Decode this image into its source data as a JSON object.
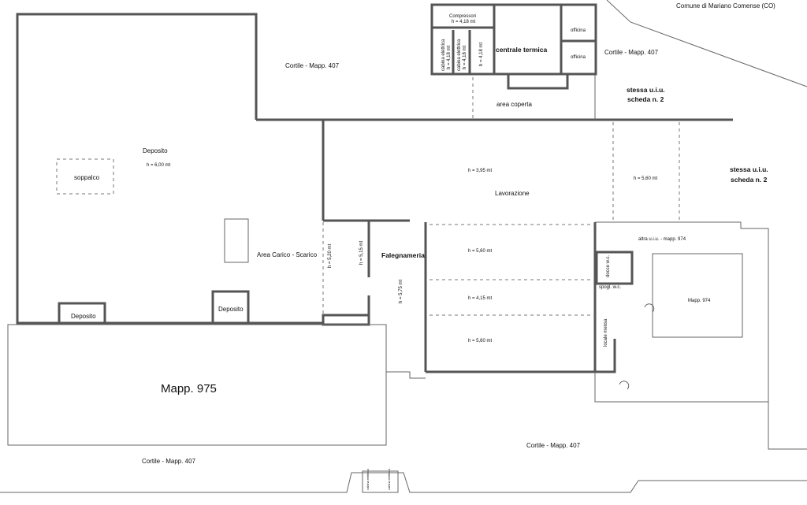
{
  "labels": {
    "comune": "Comune di Mariano Comense (CO)",
    "cortile_top_left": "Cortile - Mapp. 407",
    "cortile_top_right": "Cortile - Mapp. 407",
    "cortile_bottom_left": "Cortile - Mapp. 407",
    "cortile_bottom_right": "Cortile - Mapp. 407",
    "compressori": "Compressori",
    "compressori_h": "h = 4,18 mt",
    "cabina1": "cabina elettrica",
    "cabina1_h": "h = 4,18 mt",
    "cabina2": "cabina elettrica",
    "cabina2_h": "h = 4,18 mt",
    "room_h": "h = 4,18 mt",
    "centrale_termica": "centrale termica",
    "officina1": "officina",
    "officina2": "officina",
    "area_coperta": "area coperta",
    "stessa_uiu_1": "stessa u.i.u.",
    "scheda_1": "scheda n. 2",
    "stessa_uiu_2": "stessa u.i.u.",
    "scheda_2": "scheda n. 2",
    "deposito_main": "Deposito",
    "deposito_main_h": "h = 6,00 mt",
    "soppalco": "soppalco",
    "area_carico": "Area Carico - Scarico",
    "h_520": "h = 5,20 mt",
    "h_515": "h = 5,15 mt",
    "falegnameria": "Falegnameria",
    "h_575": "h = 5,75 mt",
    "deposito_small_1": "Deposito",
    "deposito_small_2": "Deposito",
    "lavorazione": "Lavorazione",
    "h_395": "h = 3,95 mt",
    "h_560_a": "h = 5,60 mt",
    "h_560_b": "h = 5,60 mt",
    "h_415": "h = 4,15 mt",
    "h_560_c": "h = 5,60 mt",
    "altra_uiu": "altra u.i.u. - mapp. 974",
    "mapp974": "Mapp. 974",
    "locale_mensa": "locale mensa",
    "docce": "docce  w.c.",
    "spogl": "spogl.  w.c.",
    "mapp975": "Mapp. 975",
    "cabina_b1": "cabina elettrica",
    "cabina_b2": "cabina elettrica"
  }
}
